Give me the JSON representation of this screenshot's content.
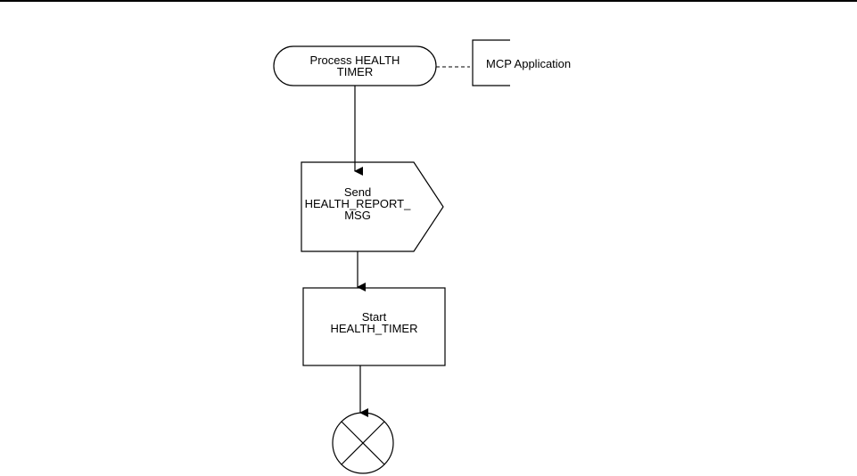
{
  "diagram": {
    "start_label_line1": "Process HEALTH",
    "start_label_line2": "TIMER",
    "comment_label": "MCP Application",
    "send_label_line1": "Send",
    "send_label_line2": "HEALTH_REPORT_",
    "send_label_line3": "MSG",
    "task_label_line1": "Start",
    "task_label_line2": "HEALTH_TIMER"
  },
  "colors": {
    "line": "#000000",
    "background": "#ffffff"
  }
}
